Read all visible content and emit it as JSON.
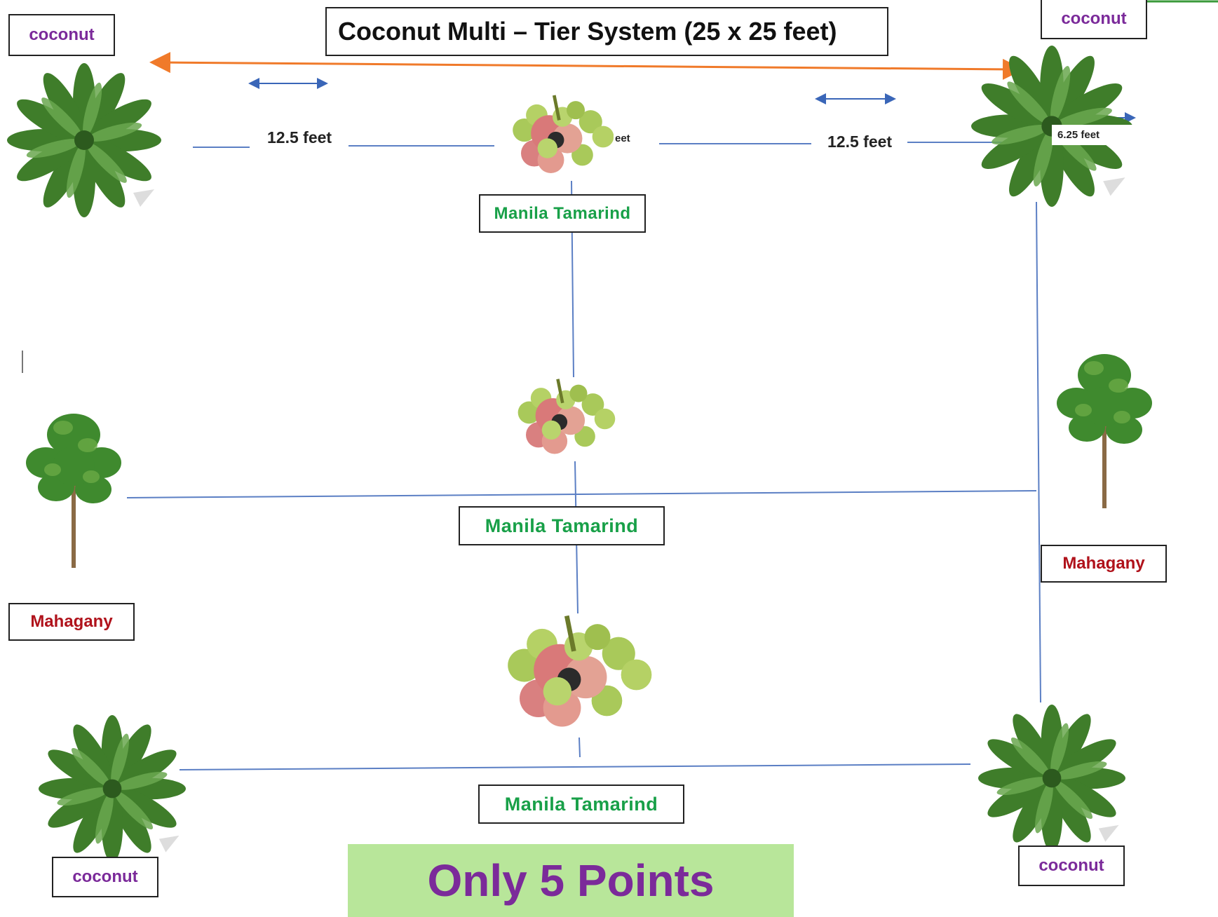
{
  "title": "Coconut Multi – Tier System (25 x 25 feet)",
  "labels": {
    "coconut_tl": "coconut",
    "coconut_tr": "coconut",
    "coconut_bl": "coconut",
    "coconut_br": "coconut",
    "mahagany_left": "Mahagany",
    "mahagany_right": "Mahagany",
    "manila_top": "Manila Tamarind",
    "manila_mid": "Manila Tamarind",
    "manila_bottom": "Manila Tamarind"
  },
  "dimensions": {
    "left_spacing": "12.5 feet",
    "right_spacing": "12.5 feet",
    "partial_label": "eet",
    "corner_offset": "6.25 feet"
  },
  "footer": "Only 5 Points",
  "colors": {
    "coconut_label": "#7b2a9a",
    "mahagany_label": "#b0121b",
    "manila_label": "#18a048",
    "footer_bg": "#b8e69a",
    "grid_line": "#5b7fc4",
    "span_arrow": "#f07a2a"
  }
}
